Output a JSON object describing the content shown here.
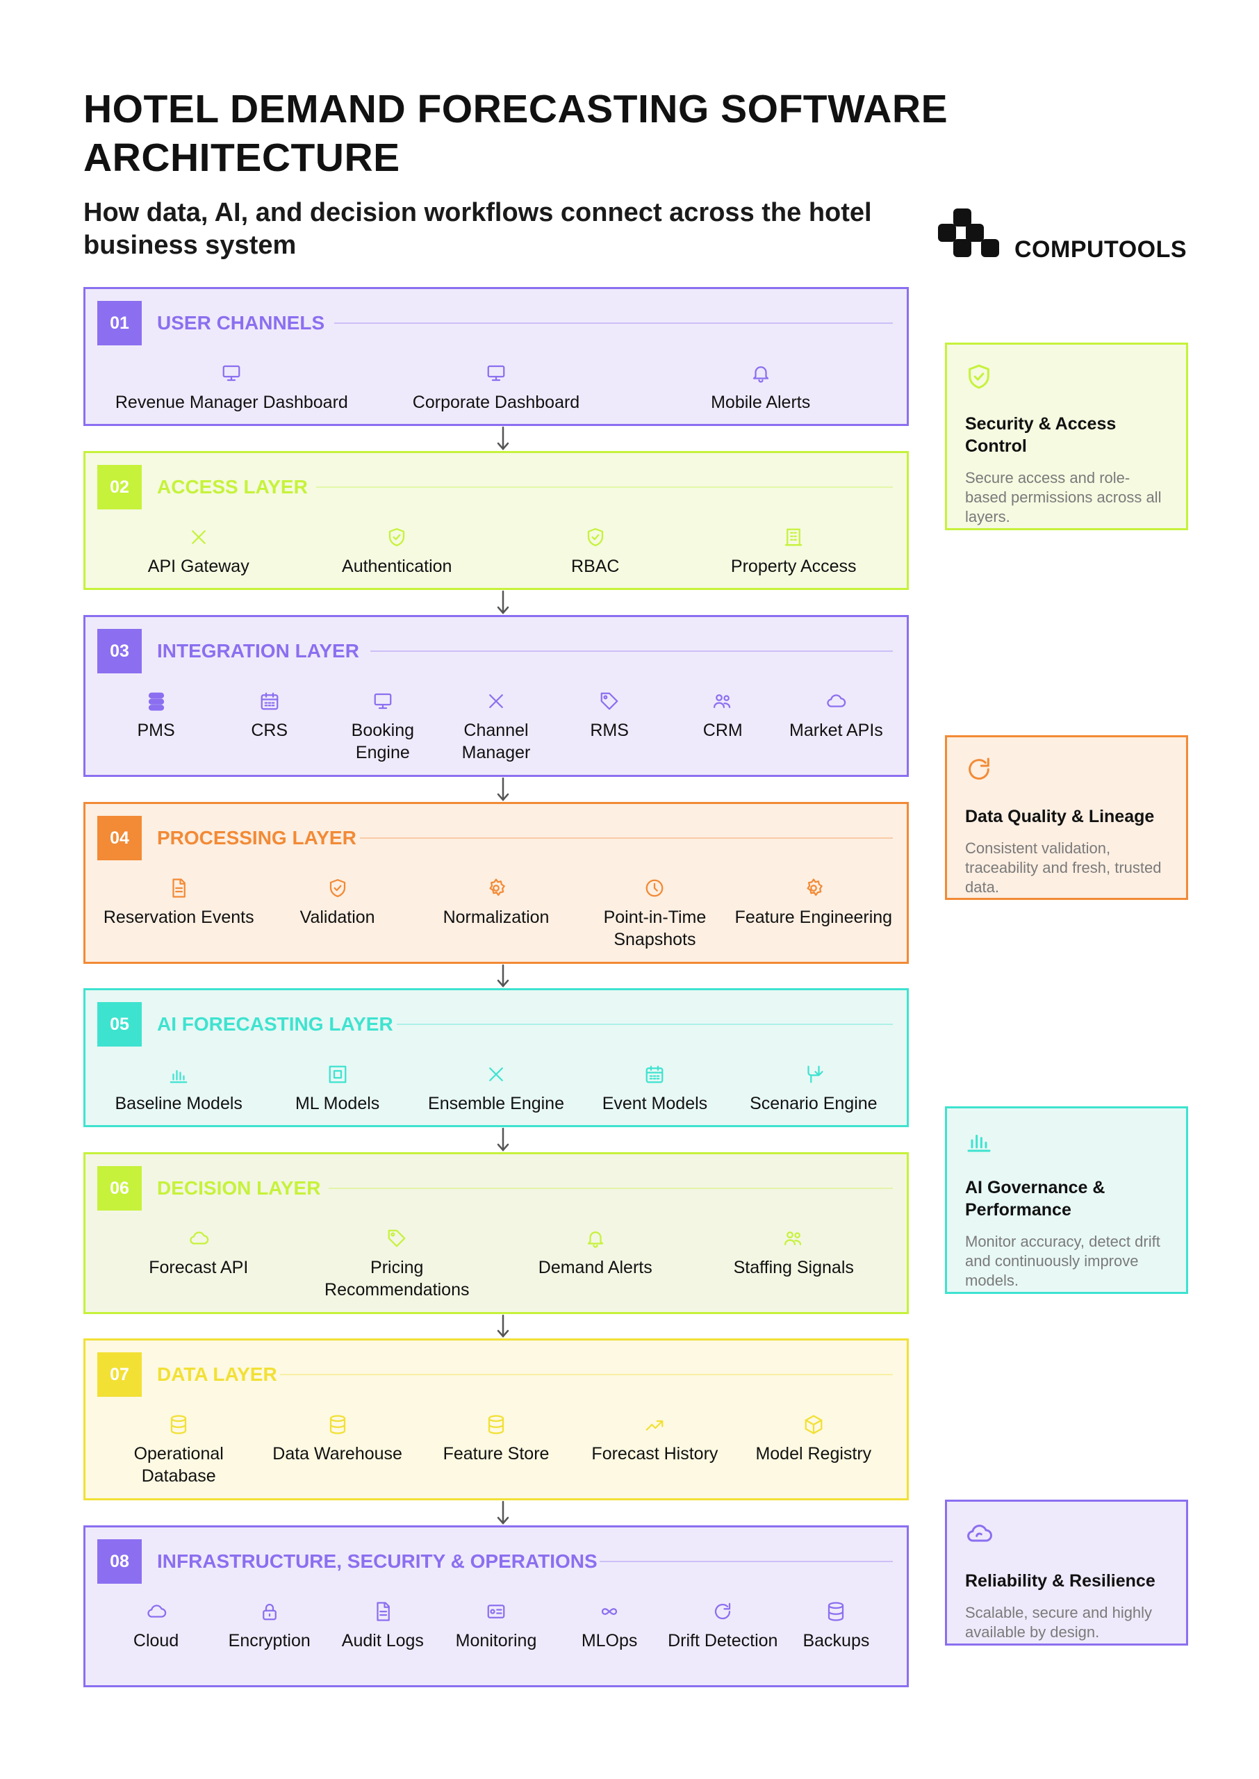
{
  "title": "HOTEL DEMAND FORECASTING SOFTWARE ARCHITECTURE",
  "subtitle": "How data, AI, and decision workflows connect across the hotel business system",
  "brand": {
    "name": "COMPUTOOLS",
    "color": "#111111"
  },
  "layers": [
    {
      "num": "01",
      "title": "USER CHANNELS",
      "color": "#8b6ff0",
      "bg": "#efeafb",
      "items": [
        {
          "label": "Revenue Manager Dashboard",
          "icon": "monitor-icon"
        },
        {
          "label": "Corporate Dashboard",
          "icon": "monitor-icon"
        },
        {
          "label": "Mobile Alerts",
          "icon": "bell-icon"
        }
      ]
    },
    {
      "num": "02",
      "title": "ACCESS LAYER",
      "color": "#c6f23b",
      "bg": "#f5fae1",
      "items": [
        {
          "label": "API Gateway",
          "icon": "cross-icon"
        },
        {
          "label": "Authentication",
          "icon": "shield-check-icon"
        },
        {
          "label": "RBAC",
          "icon": "shield-check-icon"
        },
        {
          "label": "Property Access",
          "icon": "building-icon"
        }
      ]
    },
    {
      "num": "03",
      "title": "INTEGRATION LAYER",
      "color": "#8b6ff0",
      "bg": "#efeafb",
      "items": [
        {
          "label": "PMS",
          "icon": "server-icon"
        },
        {
          "label": "CRS",
          "icon": "calendar-icon"
        },
        {
          "label": "Booking Engine",
          "icon": "monitor-icon"
        },
        {
          "label": "Channel Manager",
          "icon": "cross-icon"
        },
        {
          "label": "RMS",
          "icon": "tag-icon"
        },
        {
          "label": "CRM",
          "icon": "users-icon"
        },
        {
          "label": "Market APIs",
          "icon": "cloud-icon"
        }
      ]
    },
    {
      "num": "04",
      "title": "PROCESSING LAYER",
      "color": "#f28a36",
      "bg": "#fdefe2",
      "items": [
        {
          "label": "Reservation Events",
          "icon": "document-icon"
        },
        {
          "label": "Validation",
          "icon": "shield-check-icon"
        },
        {
          "label": "Normalization",
          "icon": "gear-icon"
        },
        {
          "label": "Point-in-Time Snapshots",
          "icon": "clock-icon"
        },
        {
          "label": "Feature Engineering",
          "icon": "gear-icon"
        }
      ]
    },
    {
      "num": "05",
      "title": "AI FORECASTING LAYER",
      "color": "#3ee3cf",
      "bg": "#e8f8f5",
      "items": [
        {
          "label": "Baseline Models",
          "icon": "bar-chart-icon"
        },
        {
          "label": "ML Models",
          "icon": "chip-icon"
        },
        {
          "label": "Ensemble Engine",
          "icon": "cross-icon"
        },
        {
          "label": "Event Models",
          "icon": "calendar-icon"
        },
        {
          "label": "Scenario Engine",
          "icon": "branch-icon"
        }
      ]
    },
    {
      "num": "06",
      "title": "DECISION LAYER",
      "color": "#c6f23b",
      "bg": "#f3f6e3",
      "items": [
        {
          "label": "Forecast API",
          "icon": "cloud-icon"
        },
        {
          "label": "Pricing Recommendations",
          "icon": "tag-icon"
        },
        {
          "label": "Demand Alerts",
          "icon": "bell-icon"
        },
        {
          "label": "Staffing Signals",
          "icon": "users-icon"
        }
      ]
    },
    {
      "num": "07",
      "title": "DATA LAYER",
      "color": "#f2e035",
      "bg": "#fdf9e2",
      "items": [
        {
          "label": "Operational Database",
          "icon": "database-icon"
        },
        {
          "label": "Data Warehouse",
          "icon": "database-icon"
        },
        {
          "label": "Feature Store",
          "icon": "database-icon"
        },
        {
          "label": "Forecast History",
          "icon": "trend-icon"
        },
        {
          "label": "Model Registry",
          "icon": "cube-icon"
        }
      ]
    },
    {
      "num": "08",
      "title": "INFRASTRUCTURE, SECURITY & OPERATIONS",
      "color": "#8b6ff0",
      "bg": "#efeafb",
      "items": [
        {
          "label": "Cloud",
          "icon": "cloud-icon"
        },
        {
          "label": "Encryption",
          "icon": "lock-icon"
        },
        {
          "label": "Audit Logs",
          "icon": "document-icon"
        },
        {
          "label": "Monitoring",
          "icon": "monitor-card-icon"
        },
        {
          "label": "MLOps",
          "icon": "infinity-icon"
        },
        {
          "label": "Drift Detection",
          "icon": "refresh-icon"
        },
        {
          "label": "Backups",
          "icon": "database-icon"
        }
      ]
    }
  ],
  "side_cards": [
    {
      "title": "Security & Access Control",
      "text": "Secure access and role-based permissions across all layers.",
      "icon": "shield-check-icon",
      "color": "#c6f23b",
      "bg": "#f5fae1"
    },
    {
      "title": "Data Quality & Lineage",
      "text": "Consistent validation, traceability and fresh, trusted data.",
      "icon": "refresh-icon",
      "color": "#f28a36",
      "bg": "#fdefe2"
    },
    {
      "title": "AI Governance & Performance",
      "text": "Monitor accuracy, detect drift and continuously improve models.",
      "icon": "bar-chart-icon",
      "color": "#3ee3cf",
      "bg": "#e8f8f5"
    },
    {
      "title": "Reliability & Resilience",
      "text": "Scalable, secure and highly available by design.",
      "icon": "cloud-sync-icon",
      "color": "#8b6ff0",
      "bg": "#efeafb"
    }
  ]
}
